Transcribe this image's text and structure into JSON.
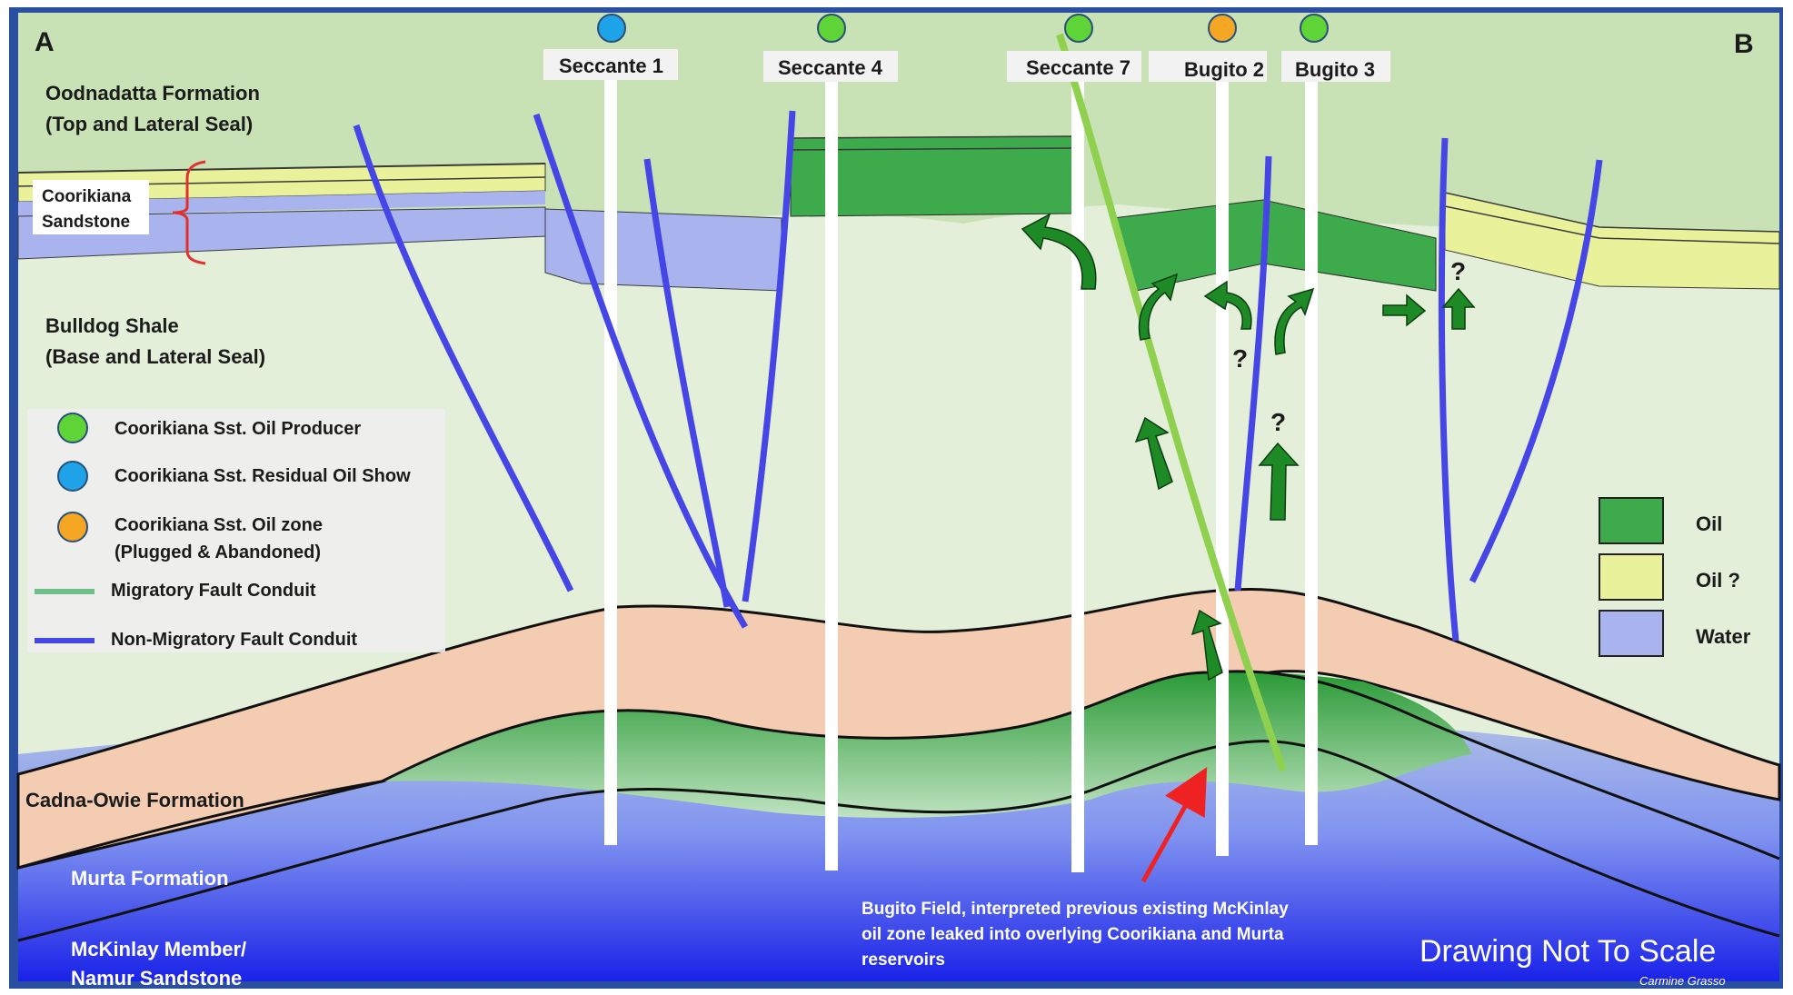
{
  "corners": {
    "left": "A",
    "right": "B"
  },
  "formations": {
    "oodnadatta_line1": "Oodnadatta Formation",
    "oodnadatta_line2": "(Top and Lateral Seal)",
    "coorikiana_line1": "Coorikiana",
    "coorikiana_line2": "Sandstone",
    "bulldog_line1": "Bulldog Shale",
    "bulldog_line2": "(Base and Lateral Seal)",
    "cadna_owie": "Cadna-Owie Formation",
    "murta": "Murta Formation",
    "mckinlay_line1": "McKinlay Member/",
    "mckinlay_line2": "Namur Sandstone"
  },
  "wells": [
    {
      "name": "Seccante 1",
      "status": "residual-oil-show",
      "color": "#1fa3e8"
    },
    {
      "name": "Seccante 4",
      "status": "oil-producer",
      "color": "#5fd436"
    },
    {
      "name": "Seccante 7",
      "status": "oil-producer",
      "color": "#5fd436"
    },
    {
      "name": "Bugito 2",
      "status": "plugged-abandoned",
      "color": "#f5a623"
    },
    {
      "name": "Bugito 3",
      "status": "oil-producer",
      "color": "#5fd436"
    }
  ],
  "legend_left": {
    "producer": "Coorikiana Sst. Oil Producer",
    "residual": "Coorikiana Sst. Residual Oil Show",
    "oilzone_line1": "Coorikiana Sst. Oil zone",
    "oilzone_line2": "(Plugged &  Abandoned)",
    "migratory": "Migratory Fault Conduit",
    "non_migratory": "Non-Migratory Fault Conduit"
  },
  "legend_right": {
    "oil": "Oil",
    "oil_q": "Oil ?",
    "water": "Water"
  },
  "question_mark": "?",
  "annotation": {
    "line1": "Bugito Field, interpreted previous existing McKinlay",
    "line2": "oil zone leaked into overlying Coorikiana and Murta",
    "line3": "reservoirs"
  },
  "footer": {
    "scale_note": "Drawing Not To Scale",
    "author": "Carmine Grasso"
  },
  "colors": {
    "frame": "#2b4fa0",
    "seal": "#c8e2b6",
    "shale": "#e3efd8",
    "cadna": "#f4ccb2",
    "oil": "#3daa4c",
    "oil_q": "#e9f29a",
    "water": "#a9b4ef",
    "fault_blue": "#4646e6",
    "fault_green": "#8fd14f",
    "arrow": "#1e8a26"
  }
}
